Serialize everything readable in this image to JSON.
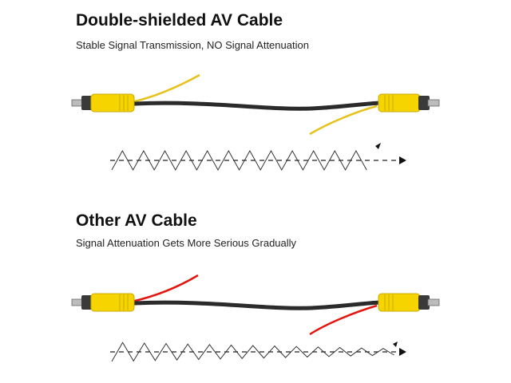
{
  "section1": {
    "title": "Double-shielded AV Cable",
    "subtitle": "Stable Signal Transmission, NO Signal Attenuation",
    "wire_color": "#e6c21a"
  },
  "section2": {
    "title": "Other AV Cable",
    "subtitle": "Signal Attenuation Gets More Serious Gradually",
    "wire_color": "#e3150f"
  },
  "colors": {
    "connector": "#f6d400",
    "connector_shadow": "#d8b400",
    "cable": "#2b2b2b",
    "metal": "#bcbcbc"
  }
}
